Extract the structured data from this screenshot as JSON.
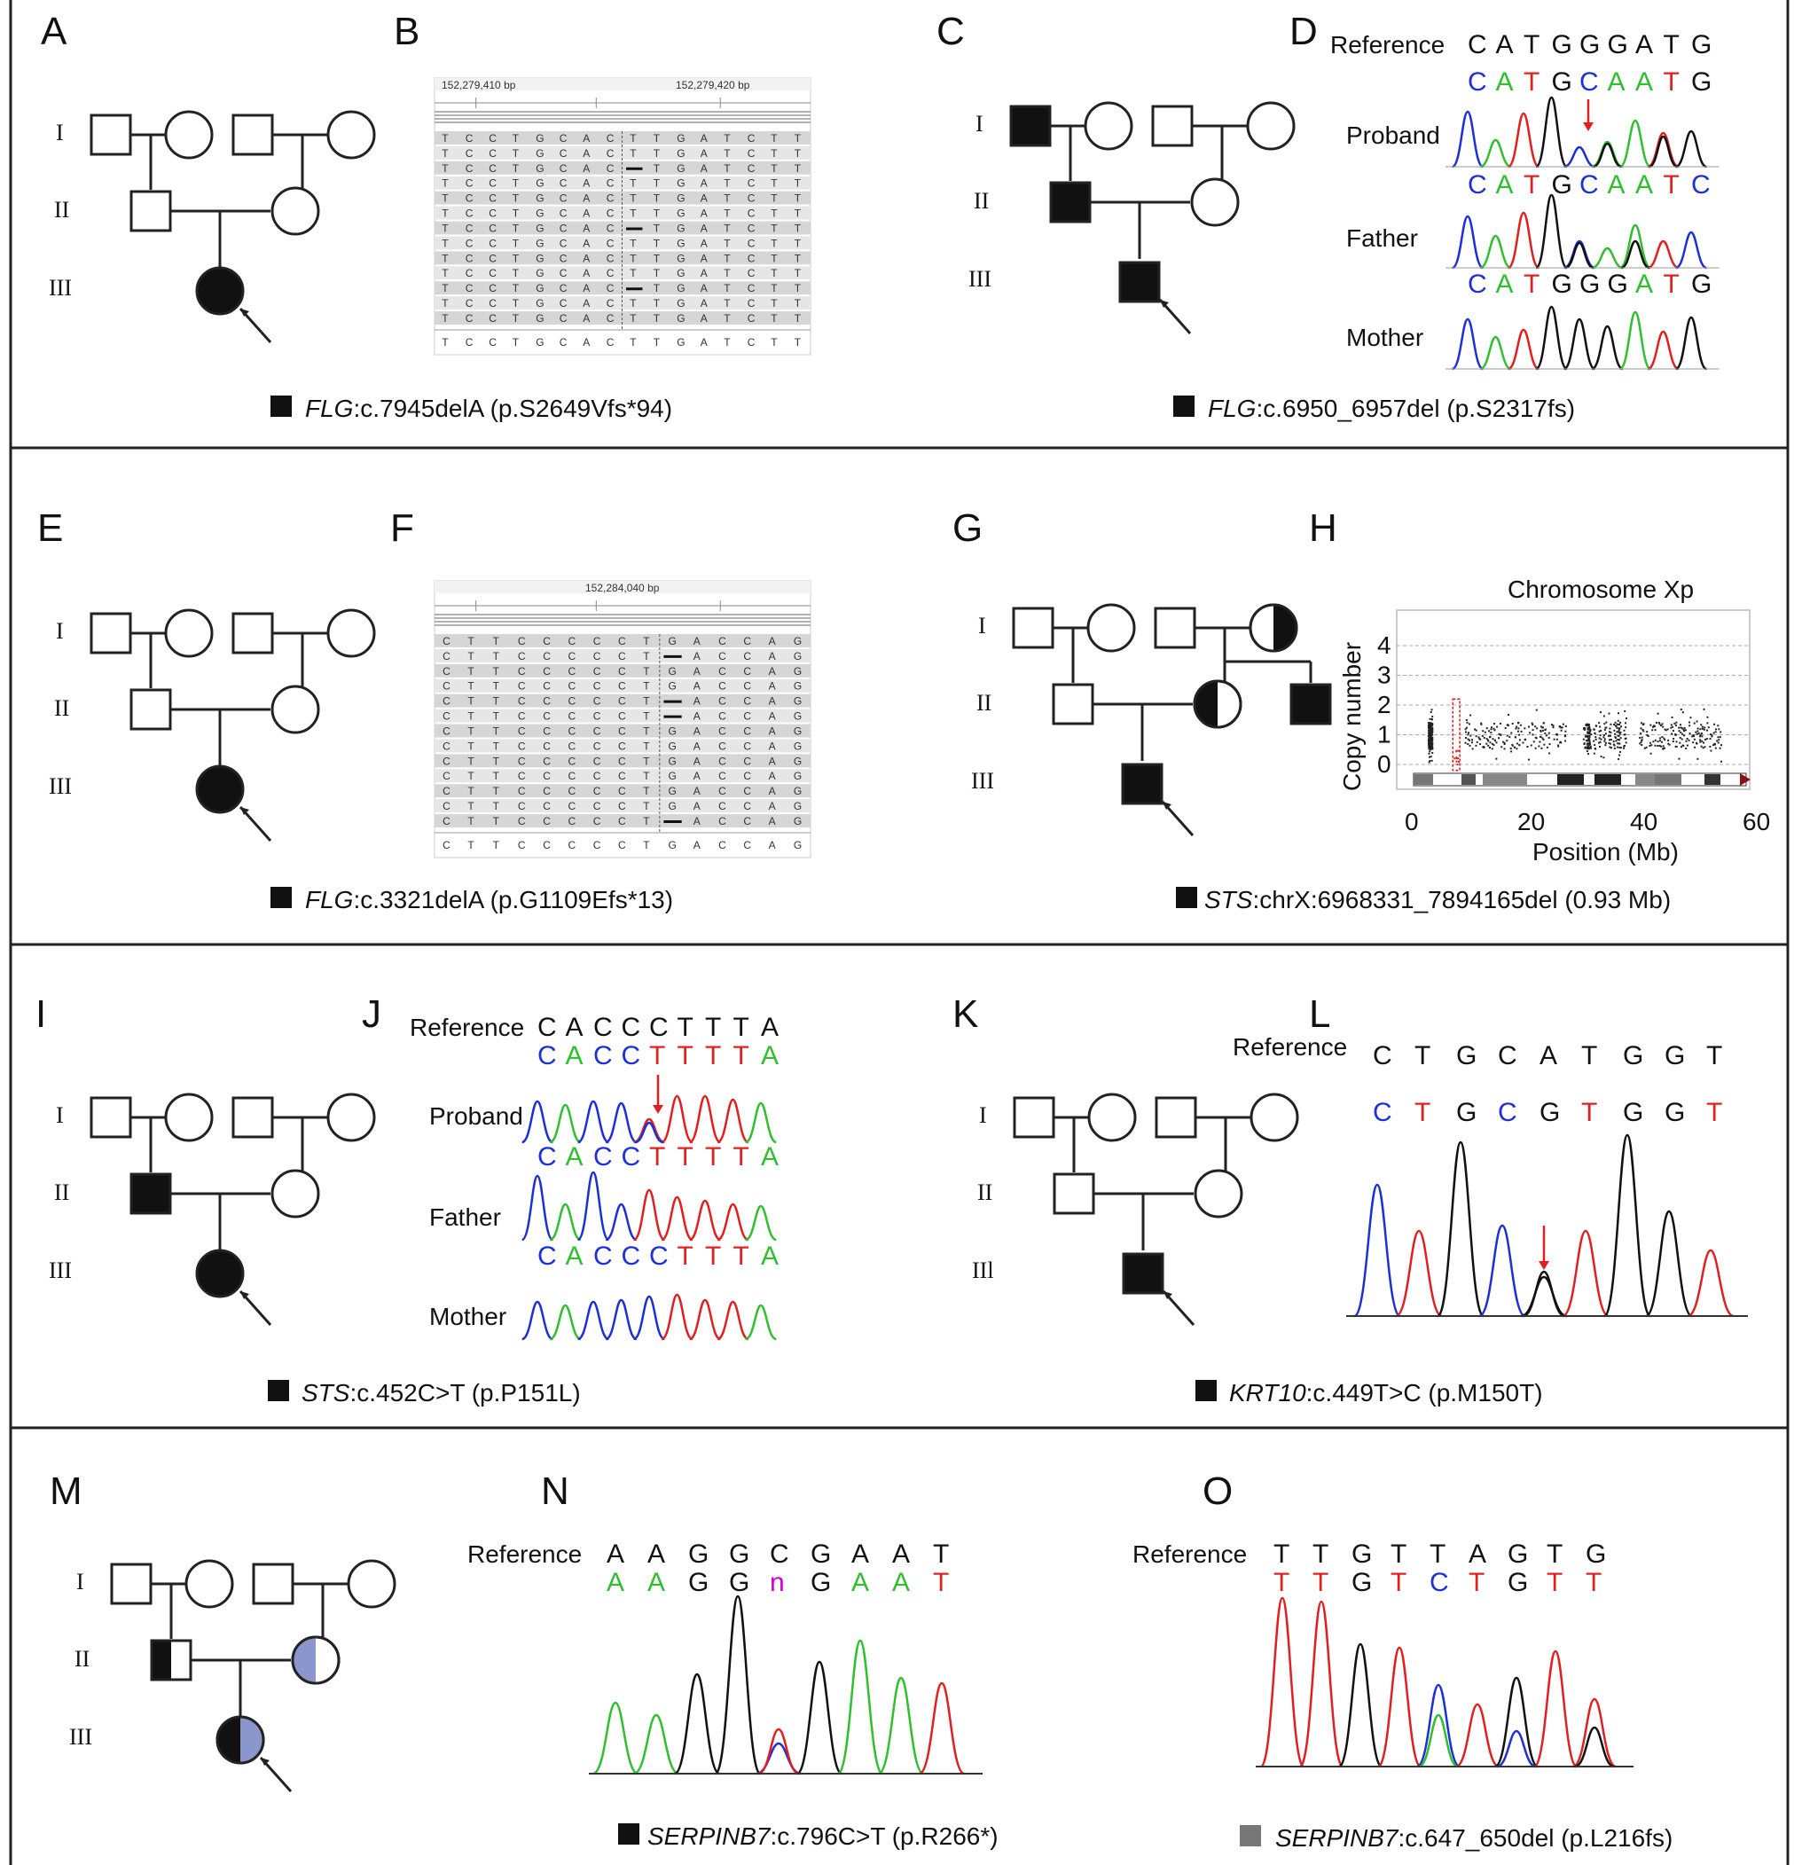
{
  "panels": {
    "A": {
      "letter": "A",
      "caption": ":c.7945delA (p.S2649Vfs*94)",
      "gene": "FLG"
    },
    "B": {
      "letter": "B",
      "pos_left": "152,279,410 bp",
      "pos_right": "152,279,420 bp",
      "bases": [
        "T",
        "C",
        "C",
        "T",
        "G",
        "C",
        "A",
        "C",
        "T",
        "T",
        "G",
        "A",
        "T",
        "C",
        "T",
        "T"
      ]
    },
    "C": {
      "letter": "C",
      "caption": ":c.6950_6957del (p.S2317fs)",
      "gene": "FLG"
    },
    "D": {
      "letter": "D",
      "reference_label": "Reference",
      "reference": [
        "C",
        "A",
        "T",
        "G",
        "G",
        "G",
        "A",
        "T",
        "G"
      ],
      "rows": [
        {
          "label": "Proband",
          "bases": [
            "C",
            "A",
            "T",
            "G",
            "C",
            "A",
            "A",
            "T",
            "G"
          ]
        },
        {
          "label": "Father",
          "bases": [
            "C",
            "A",
            "T",
            "G",
            "C",
            "A",
            "A",
            "T",
            "C"
          ]
        },
        {
          "label": "Mother",
          "bases": [
            "C",
            "A",
            "T",
            "G",
            "G",
            "G",
            "A",
            "T",
            "G"
          ]
        }
      ]
    },
    "E": {
      "letter": "E",
      "caption": ":c.3321delA (p.G1109Efs*13)",
      "gene": "FLG"
    },
    "F": {
      "letter": "F",
      "pos": "152,284,040 bp",
      "bases": [
        "C",
        "T",
        "T",
        "C",
        "C",
        "C",
        "C",
        "C",
        "T",
        "G",
        "A",
        "C",
        "C",
        "A",
        "G"
      ]
    },
    "G": {
      "letter": "G",
      "caption": ":chrX:6968331_7894165del (0.93 Mb)",
      "gene": "STS"
    },
    "H": {
      "letter": "H",
      "title": "Chromosome Xp",
      "ylabel": "Copy number",
      "xlabel": "Position (Mb)",
      "yticks": [
        "4",
        "3",
        "2",
        "1",
        "0"
      ],
      "xticks": [
        "0",
        "20",
        "40",
        "60"
      ]
    },
    "I": {
      "letter": "I",
      "caption": ":c.452C>T (p.P151L)",
      "gene": "STS"
    },
    "J": {
      "letter": "J",
      "reference_label": "Reference",
      "reference": [
        "C",
        "A",
        "C",
        "C",
        "C",
        "T",
        "T",
        "T",
        "A"
      ],
      "rows": [
        {
          "label": "Proband",
          "bases": [
            "C",
            "A",
            "C",
            "C",
            "T",
            "T",
            "T",
            "T",
            "A"
          ]
        },
        {
          "label": "Father",
          "bases": [
            "C",
            "A",
            "C",
            "C",
            "T",
            "T",
            "T",
            "T",
            "A"
          ]
        },
        {
          "label": "Mother",
          "bases": [
            "C",
            "A",
            "C",
            "C",
            "C",
            "T",
            "T",
            "T",
            "A"
          ]
        }
      ]
    },
    "K": {
      "letter": "K",
      "caption": ":c.449T>C (p.M150T)",
      "gene": "KRT10"
    },
    "L": {
      "letter": "L",
      "reference_label": "Reference",
      "reference": [
        "C",
        "T",
        "G",
        "C",
        "A",
        "T",
        "G",
        "G",
        "T"
      ],
      "sample": [
        "C",
        "T",
        "G",
        "C",
        "G",
        "T",
        "G",
        "G",
        "T"
      ]
    },
    "M": {
      "letter": "M"
    },
    "N": {
      "letter": "N",
      "reference_label": "Reference",
      "reference": [
        "A",
        "A",
        "G",
        "G",
        "C",
        "G",
        "A",
        "A",
        "T"
      ],
      "sample": [
        "A",
        "A",
        "G",
        "G",
        "n",
        "G",
        "A",
        "A",
        "T"
      ],
      "caption": ":c.796C>T (p.R266*)",
      "gene": "SERPINB7"
    },
    "O": {
      "letter": "O",
      "reference_label": "Reference",
      "reference": [
        "T",
        "T",
        "G",
        "T",
        "T",
        "A",
        "G",
        "T",
        "G"
      ],
      "sample": [
        "T",
        "T",
        "G",
        "T",
        "C",
        "T",
        "G",
        "T",
        "T"
      ],
      "caption": ":c.647_650del (p.L216fs)",
      "gene": "SERPINB7"
    }
  },
  "generations": [
    "I",
    "II",
    "III"
  ],
  "generation_III_label_K": "IIl",
  "colors": {
    "A": "#2fbf2f",
    "C": "#1d2fd6",
    "G": "#111111",
    "T": "#e02020",
    "n": "#d000d0",
    "arrow_red": "#e02020",
    "carrier_blue": "#8a96cc",
    "grey_square": "#777777"
  }
}
